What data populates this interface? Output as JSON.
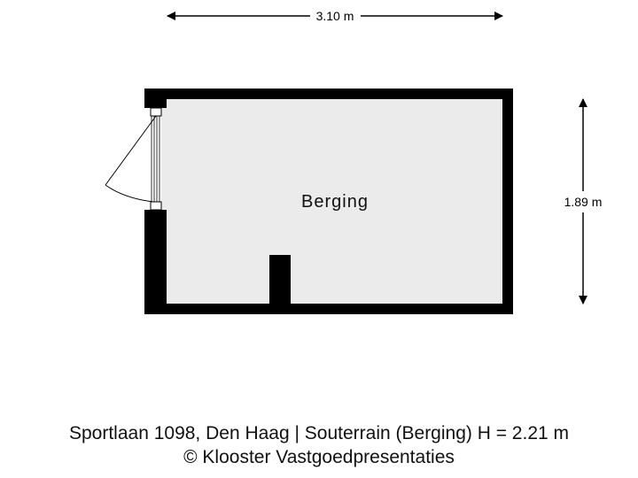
{
  "plan": {
    "room_label": "Berging",
    "width_dimension": "3.10 m",
    "height_dimension": "1.89 m"
  },
  "footer": {
    "address_line": "Sportlaan 1098, Den Haag | Souterrain (Berging) H = 2.21 m",
    "copyright_line": "© Klooster Vastgoedpresentaties"
  },
  "colors": {
    "wall": "#000000",
    "floor": "#ebebeb",
    "background": "#ffffff"
  }
}
